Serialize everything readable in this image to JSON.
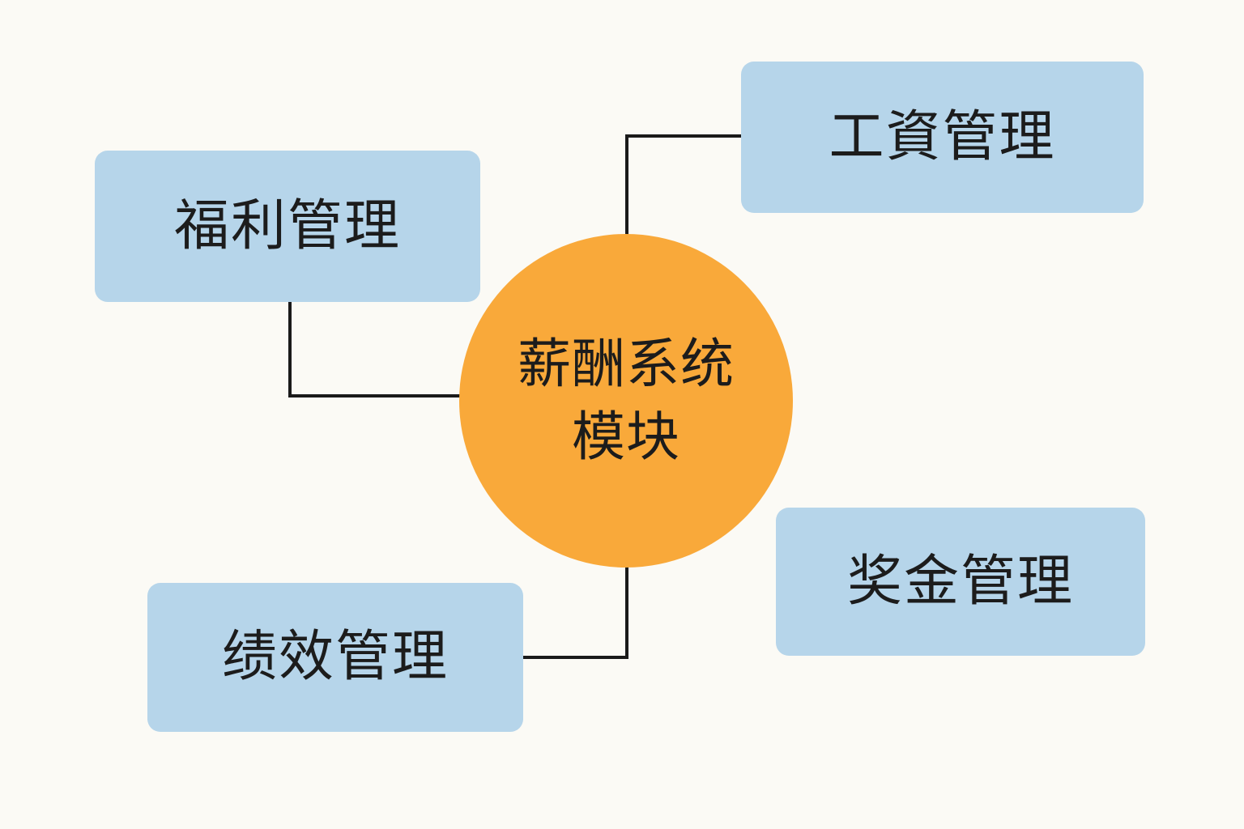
{
  "center": {
    "line1": "薪酬系统",
    "line2": "模块"
  },
  "nodes": {
    "welfare": "福利管理",
    "salary": "工資管理",
    "performance": "绩效管理",
    "bonus": "奖金管理"
  },
  "colors": {
    "background": "#fbfaf5",
    "node_fill": "#b6d5ea",
    "center_fill": "#f9a93a",
    "connector": "#1a1a1a"
  }
}
